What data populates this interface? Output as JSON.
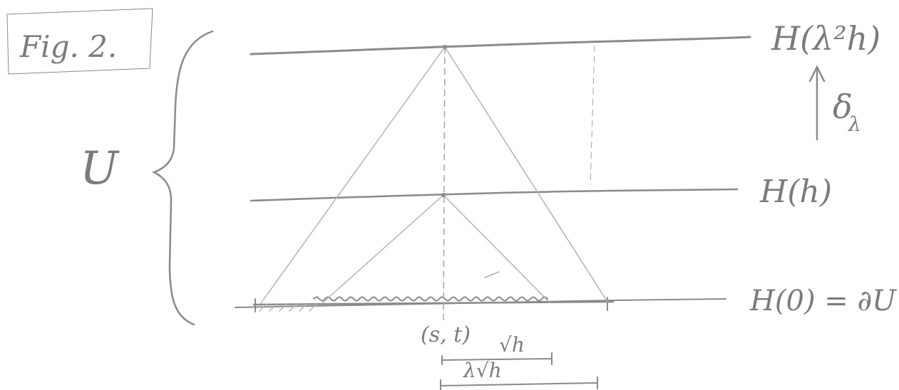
{
  "figure": {
    "title": "Fig. 2.",
    "region_label": "U",
    "top_label": "H(λ²h)",
    "middle_label": "H(h)",
    "bottom_label": "H(0) = ∂U",
    "arrow_label": "δ",
    "arrow_subscript": "λ",
    "point_label": "(s, t)",
    "small_width_label": "√h",
    "large_width_label": "λ√h"
  }
}
